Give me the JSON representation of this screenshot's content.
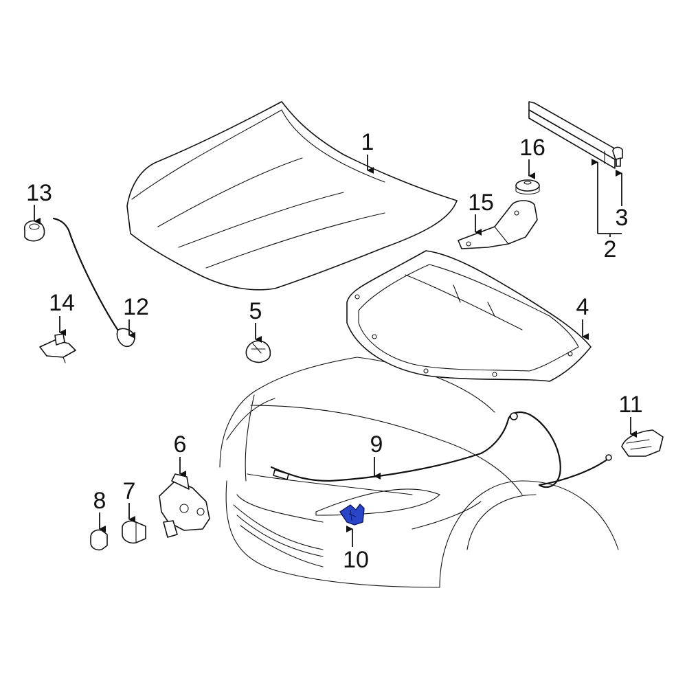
{
  "highlight_color": "#2b45c9",
  "callouts": {
    "c1": "1",
    "c2": "2",
    "c3": "3",
    "c4": "4",
    "c5": "5",
    "c6": "6",
    "c7": "7",
    "c8": "8",
    "c9": "9",
    "c10": "10",
    "c11": "11",
    "c12": "12",
    "c13": "13",
    "c14": "14",
    "c15": "15",
    "c16": "16"
  },
  "highlighted_part": "10"
}
